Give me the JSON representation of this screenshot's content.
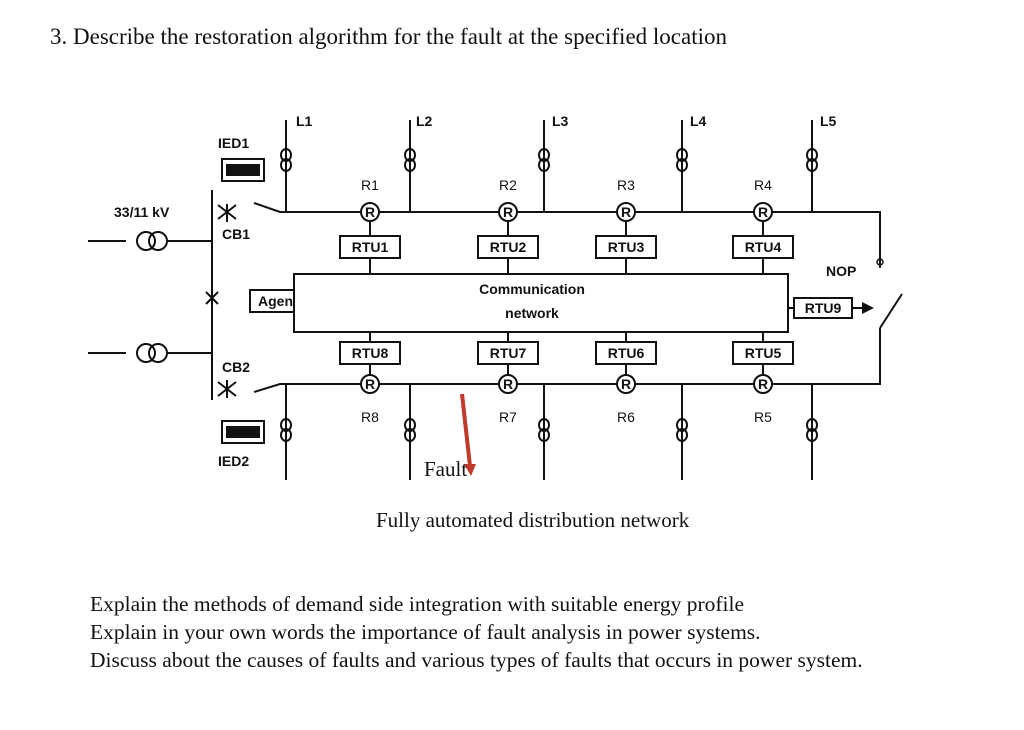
{
  "question": "3.  Describe the restoration algorithm for the fault at the specified location",
  "diagram": {
    "voltage": "33/11 kV",
    "ied1": "IED1",
    "ied2": "IED2",
    "cb1": "CB1",
    "cb2": "CB2",
    "agent": "Agent",
    "nop": "NOP",
    "rtu9": "RTU9",
    "network_l1": "Communication",
    "network_l2": "network",
    "fault": "Fault",
    "caption": "Fully automated distribution network",
    "lines": [
      "L1",
      "L2",
      "L3",
      "L4",
      "L5"
    ],
    "top_relays": [
      "R1",
      "R2",
      "R3",
      "R4"
    ],
    "top_rtus": [
      "RTU1",
      "RTU2",
      "RTU3",
      "RTU4"
    ],
    "bottom_rtus": [
      "RTU8",
      "RTU7",
      "RTU6",
      "RTU5"
    ],
    "bottom_relays": [
      "R8",
      "R7",
      "R6",
      "R5"
    ],
    "relay_symbol": "R"
  },
  "extra_questions": [
    "Explain the methods of demand side integration with suitable energy profile",
    "Explain in your own words the importance of fault analysis in power systems.",
    "Discuss about the causes of faults and various types of faults that occurs in power system."
  ]
}
